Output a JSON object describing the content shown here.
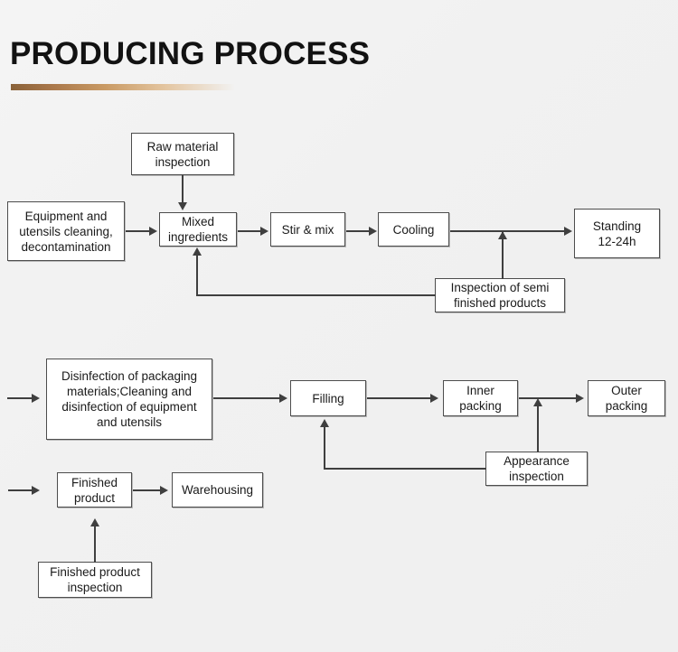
{
  "page": {
    "title": "PRODUCING PROCESS",
    "background_color": "#f2f2f2",
    "accent_color": "#8a6239"
  },
  "chart_data": {
    "type": "diagram",
    "title": "PRODUCING PROCESS",
    "diagram_kind": "flowchart",
    "nodes": [
      {
        "id": "raw-material-inspection",
        "label": "Raw material\ninspection",
        "row": 1
      },
      {
        "id": "equipment-cleaning",
        "label": "Equipment and\nutensils cleaning,\ndecontamination",
        "row": 1
      },
      {
        "id": "mixed-ingredients",
        "label": "Mixed\ningredients",
        "row": 1
      },
      {
        "id": "stir-mix",
        "label": "Stir & mix",
        "row": 1
      },
      {
        "id": "cooling",
        "label": "Cooling",
        "row": 1
      },
      {
        "id": "standing",
        "label": "Standing\n12-24h",
        "row": 1
      },
      {
        "id": "semi-finished-inspection",
        "label": "Inspection of semi\nfinished products",
        "row": 1
      },
      {
        "id": "disinfection",
        "label": "Disinfection of packaging\nmaterials;Cleaning and\ndisinfection of equipment\nand utensils",
        "row": 2
      },
      {
        "id": "filling",
        "label": "Filling",
        "row": 2
      },
      {
        "id": "inner-packing",
        "label": "Inner\npacking",
        "row": 2
      },
      {
        "id": "outer-packing",
        "label": "Outer\npacking",
        "row": 2
      },
      {
        "id": "appearance-inspection",
        "label": "Appearance\ninspection",
        "row": 2
      },
      {
        "id": "finished-product",
        "label": "Finished\nproduct",
        "row": 3
      },
      {
        "id": "warehousing",
        "label": "Warehousing",
        "row": 3
      },
      {
        "id": "finished-product-inspection",
        "label": "Finished product\ninspection",
        "row": 3
      }
    ],
    "edges": [
      {
        "from": "raw-material-inspection",
        "to": "mixed-ingredients"
      },
      {
        "from": "equipment-cleaning",
        "to": "mixed-ingredients"
      },
      {
        "from": "mixed-ingredients",
        "to": "stir-mix"
      },
      {
        "from": "stir-mix",
        "to": "cooling"
      },
      {
        "from": "cooling",
        "to": "standing"
      },
      {
        "from": "semi-finished-inspection",
        "to": "mixed-ingredients"
      },
      {
        "from": "semi-finished-inspection",
        "to": "cooling-standing-link"
      },
      {
        "from": "standing",
        "to": "disinfection"
      },
      {
        "from": "disinfection",
        "to": "filling"
      },
      {
        "from": "filling",
        "to": "inner-packing"
      },
      {
        "from": "inner-packing",
        "to": "outer-packing"
      },
      {
        "from": "appearance-inspection",
        "to": "filling"
      },
      {
        "from": "appearance-inspection",
        "to": "inner-packing-outer-packing-link"
      },
      {
        "from": "outer-packing",
        "to": "finished-product"
      },
      {
        "from": "finished-product",
        "to": "warehousing"
      },
      {
        "from": "finished-product-inspection",
        "to": "finished-product"
      }
    ]
  },
  "nodes": {
    "raw_material_inspection": "Raw material\ninspection",
    "equipment_cleaning": "Equipment and\nutensils cleaning,\ndecontamination",
    "mixed_ingredients": "Mixed\ningredients",
    "stir_mix": "Stir & mix",
    "cooling": "Cooling",
    "standing": "Standing\n12-24h",
    "semi_finished_inspection": "Inspection of semi\nfinished products",
    "disinfection": "Disinfection of packaging\nmaterials;Cleaning and\ndisinfection of equipment\nand utensils",
    "filling": "Filling",
    "inner_packing": "Inner\npacking",
    "outer_packing": "Outer\npacking",
    "appearance_inspection": "Appearance\ninspection",
    "finished_product": "Finished\nproduct",
    "warehousing": "Warehousing",
    "finished_product_inspection": "Finished product\ninspection"
  }
}
